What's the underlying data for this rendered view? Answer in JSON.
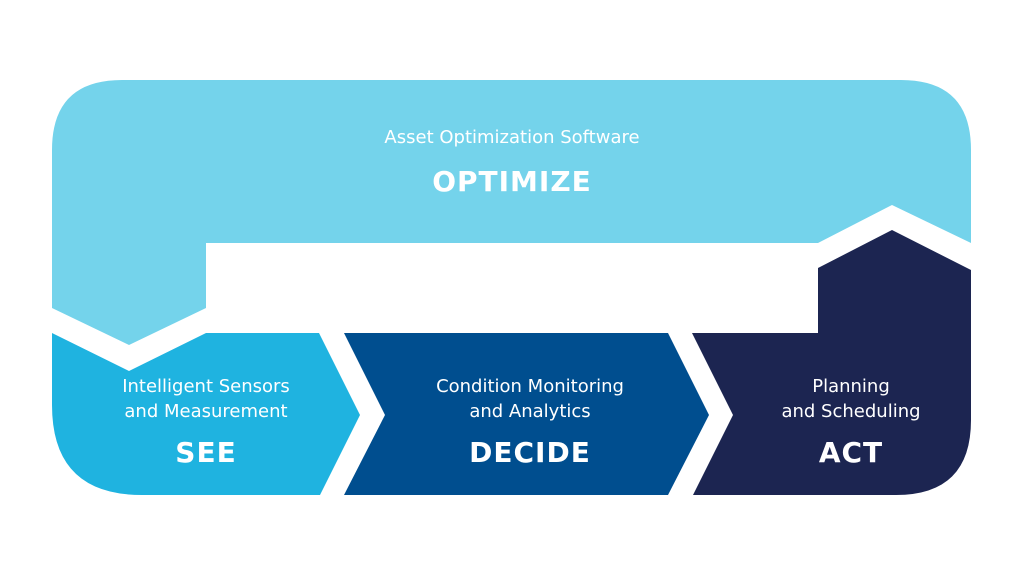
{
  "colors": {
    "optimize": "#74d3eb",
    "see": "#1fb3e0",
    "decide": "#004e8f",
    "act": "#1c2551"
  },
  "optimize": {
    "subtitle": "Asset Optimization Software",
    "title": "OPTIMIZE"
  },
  "see": {
    "line1": "Intelligent Sensors",
    "line2": "and Measurement",
    "title": "SEE"
  },
  "decide": {
    "line1": "Condition Monitoring",
    "line2": "and Analytics",
    "title": "DECIDE"
  },
  "act": {
    "line1": "Planning",
    "line2": "and Scheduling",
    "title": "ACT"
  }
}
